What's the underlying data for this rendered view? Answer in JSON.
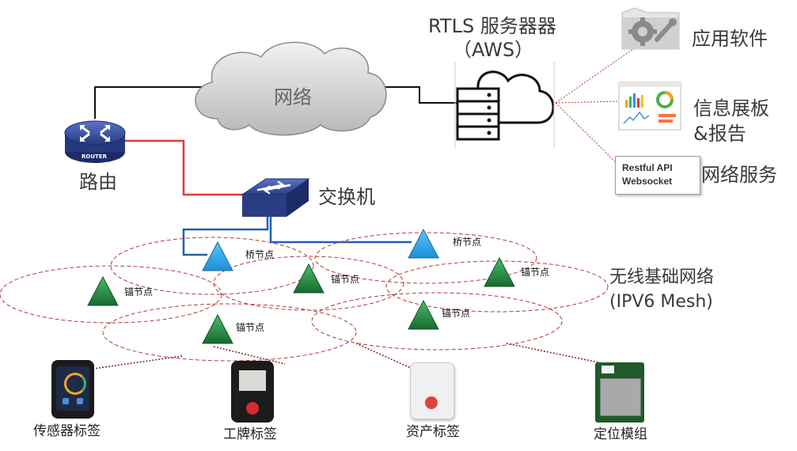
{
  "title": {
    "line1": "RTLS 服务器器",
    "line2": "（AWS）"
  },
  "network": {
    "cloud_label": "网络"
  },
  "router": {
    "label": "路由",
    "badge": "ROUTER"
  },
  "switch": {
    "label": "交换机"
  },
  "services": {
    "apps": "应用软件",
    "dashboard_line1": "信息展板",
    "dashboard_line2": "&报告",
    "api_line1": "Restful API",
    "api_line2": "Websocket",
    "web_services": "网络服务"
  },
  "mesh": {
    "label_line1": "无线基础网络",
    "label_line2": "(IPV6 Mesh)",
    "bridge_label": "桥节点",
    "anchor_label": "锚节点"
  },
  "devices": {
    "sensor_tag": "传感器标签",
    "badge_tag": "工牌标签",
    "asset_tag": "资产标签",
    "module": "定位模组"
  },
  "colors": {
    "bridge": "#1e8fd8",
    "anchor": "#1f8a3c",
    "router_link": "#e03a3a",
    "switch_link": "#1f5fb4",
    "mesh_ellipse": "#b03a3a"
  },
  "icons": [
    "cloud-icon",
    "router-icon",
    "switch-icon",
    "server-icon",
    "gear-icon",
    "dashboard-icon"
  ]
}
